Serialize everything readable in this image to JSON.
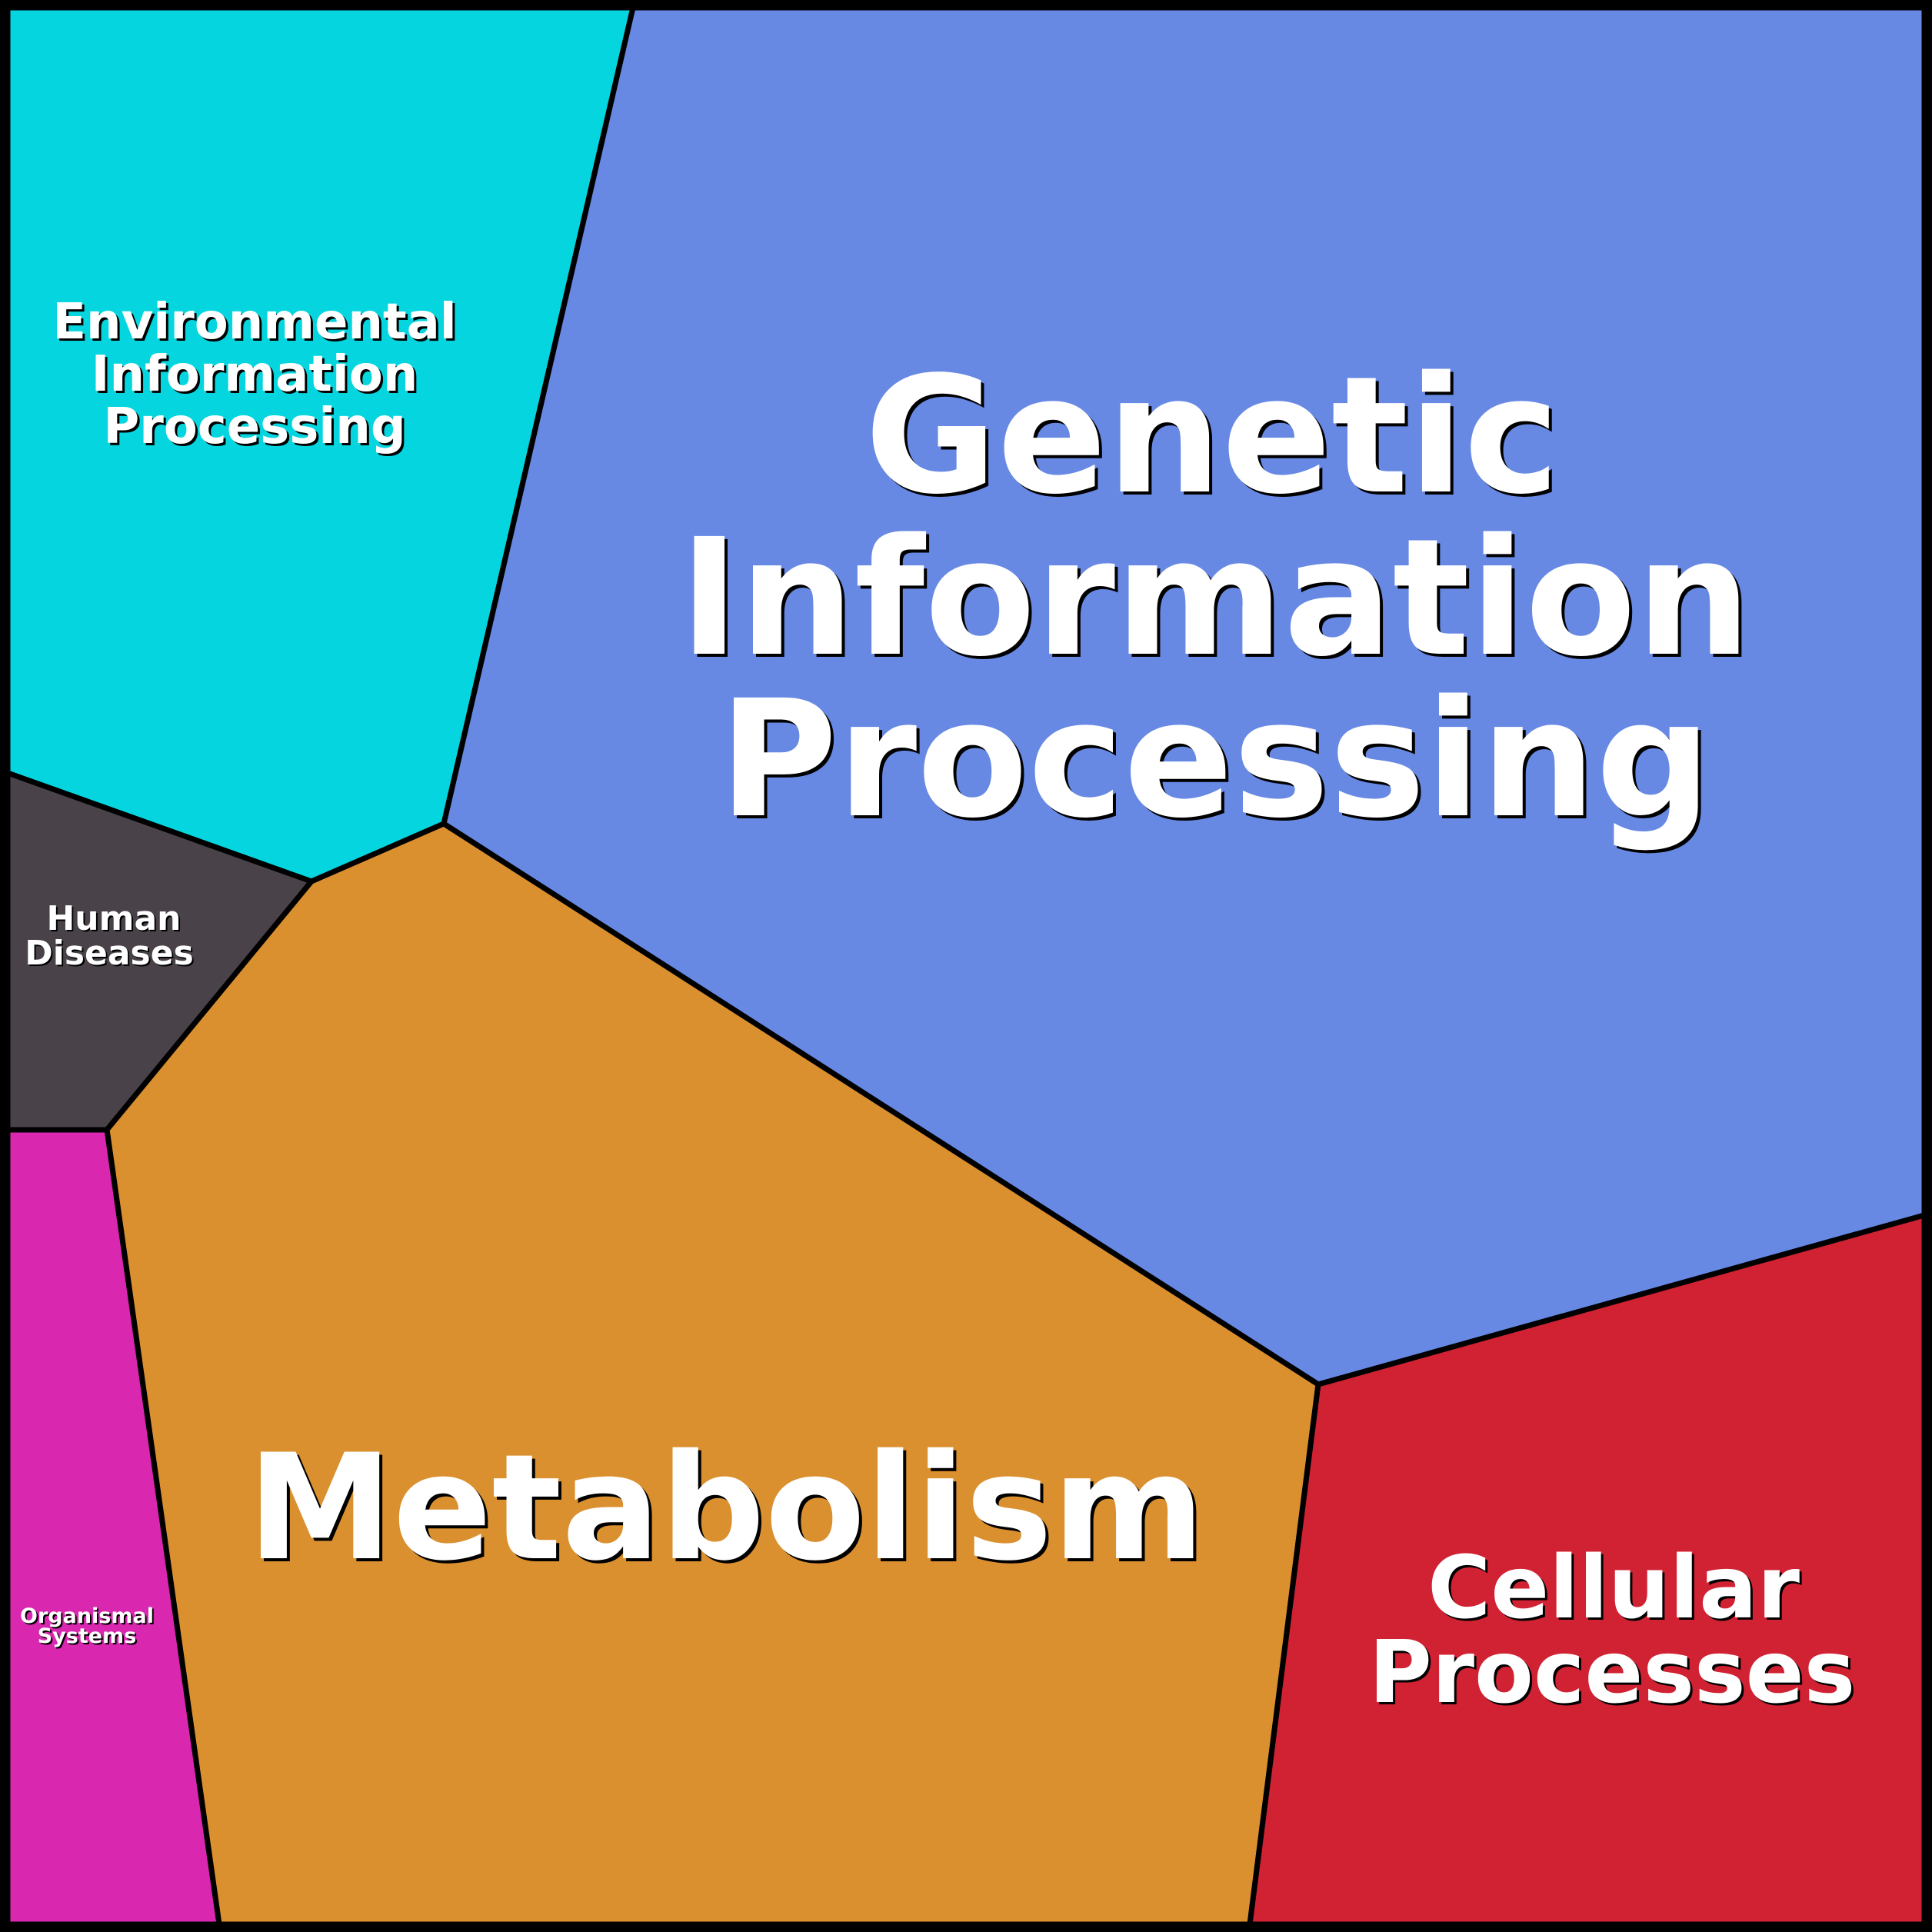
{
  "diagram": {
    "type": "voronoi-treemap",
    "regions": [
      {
        "id": "environmental",
        "lines": [
          "Environmental",
          "Information",
          "Processing"
        ],
        "color": "#05d5df"
      },
      {
        "id": "genetic",
        "lines": [
          "Genetic",
          "Information",
          "Processing"
        ],
        "color": "#6789e4"
      },
      {
        "id": "human-diseases",
        "lines": [
          "Human",
          "Diseases"
        ],
        "color": "#4a4249"
      },
      {
        "id": "metabolism",
        "lines": [
          "Metabolism"
        ],
        "color": "#db9030"
      },
      {
        "id": "organismal",
        "lines": [
          "Organismal",
          "Systems"
        ],
        "color": "#d927b0"
      },
      {
        "id": "cellular",
        "lines": [
          "Cellular",
          "Processes"
        ],
        "color": "#d02232"
      }
    ],
    "border_color": "#000000",
    "text_color": "#ffffff"
  }
}
